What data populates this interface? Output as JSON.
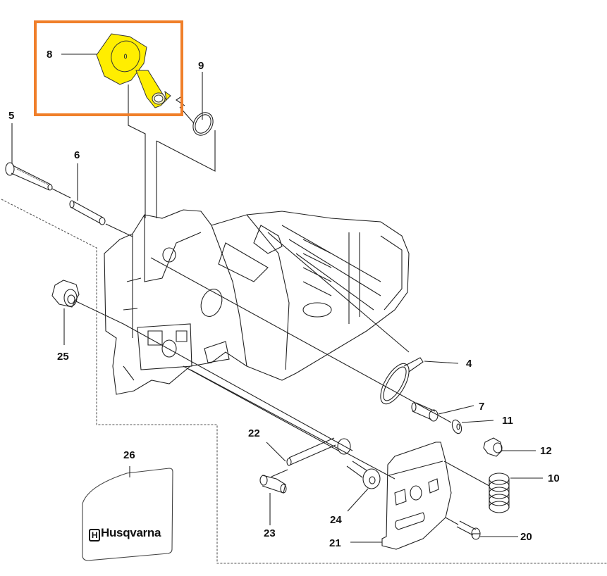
{
  "diagram": {
    "title": "Chainsaw crankcase exploded parts view",
    "brand_text": "Husqvarna",
    "highlight": {
      "part": "8",
      "border_color": "#f07f2a",
      "fill_color": "#ffee00"
    },
    "callouts": [
      {
        "id": "8",
        "label": "8"
      },
      {
        "id": "9",
        "label": "9"
      },
      {
        "id": "5",
        "label": "5"
      },
      {
        "id": "6",
        "label": "6"
      },
      {
        "id": "25",
        "label": "25"
      },
      {
        "id": "4",
        "label": "4"
      },
      {
        "id": "7",
        "label": "7"
      },
      {
        "id": "11",
        "label": "11"
      },
      {
        "id": "12",
        "label": "12"
      },
      {
        "id": "10",
        "label": "10"
      },
      {
        "id": "20",
        "label": "20"
      },
      {
        "id": "21",
        "label": "21"
      },
      {
        "id": "22",
        "label": "22"
      },
      {
        "id": "23",
        "label": "23"
      },
      {
        "id": "24",
        "label": "24"
      },
      {
        "id": "26",
        "label": "26"
      }
    ]
  }
}
